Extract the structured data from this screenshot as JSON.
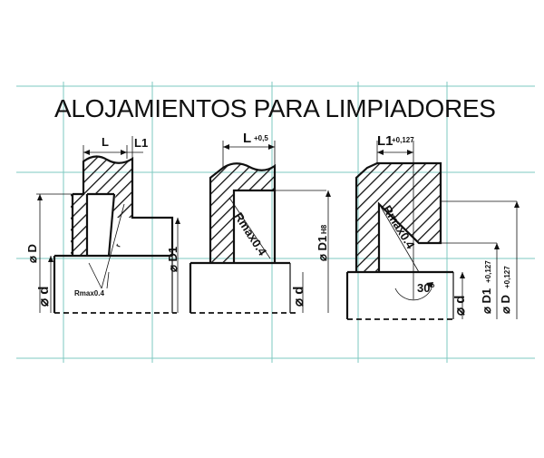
{
  "title": "ALOJAMIENTOS PARA LIMPIADORES",
  "profile1": {
    "dim_L": "L",
    "dim_L1": "L1",
    "dim_D": "⌀ D",
    "dim_d": "⌀ d",
    "dim_D1": "⌀ D1",
    "radius": "Rmax0.4",
    "corner_r": "r"
  },
  "profile2": {
    "dim_L": "L",
    "dim_L_tol": "+0,5",
    "radius": "Rmax0.4",
    "dim_D1": "⌀ D1",
    "dim_D1_tol": "H8",
    "dim_d": "⌀ d"
  },
  "profile3": {
    "dim_L1": "L1",
    "dim_L1_tol": "+0,127",
    "radius": "Rmax0.4",
    "angle": "30°",
    "dim_d": "⌀ d",
    "dim_D1": "⌀ D1",
    "dim_D1_tol": "+0,127",
    "dim_D": "⌀ D",
    "dim_D_tol": "+0,127"
  }
}
